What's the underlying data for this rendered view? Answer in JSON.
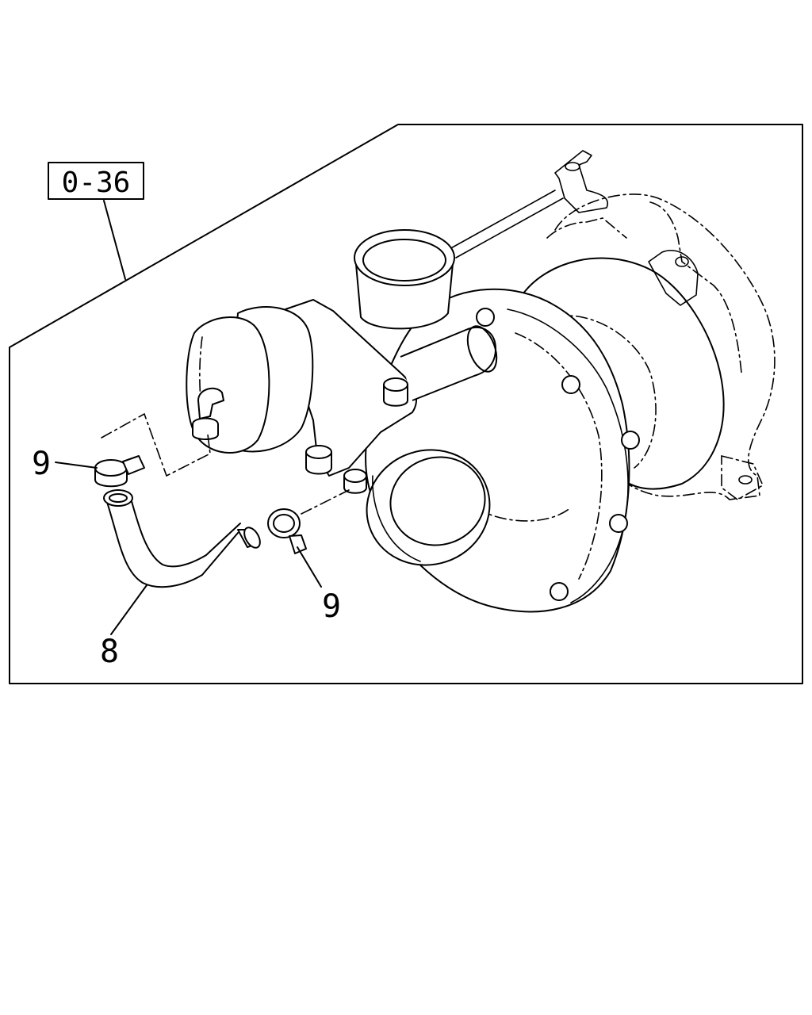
{
  "reference": {
    "text": "0-36"
  },
  "callouts": [
    {
      "id": "clamp-upper",
      "number": "9"
    },
    {
      "id": "clamp-lower",
      "number": "9"
    },
    {
      "id": "hose",
      "number": "8"
    }
  ]
}
